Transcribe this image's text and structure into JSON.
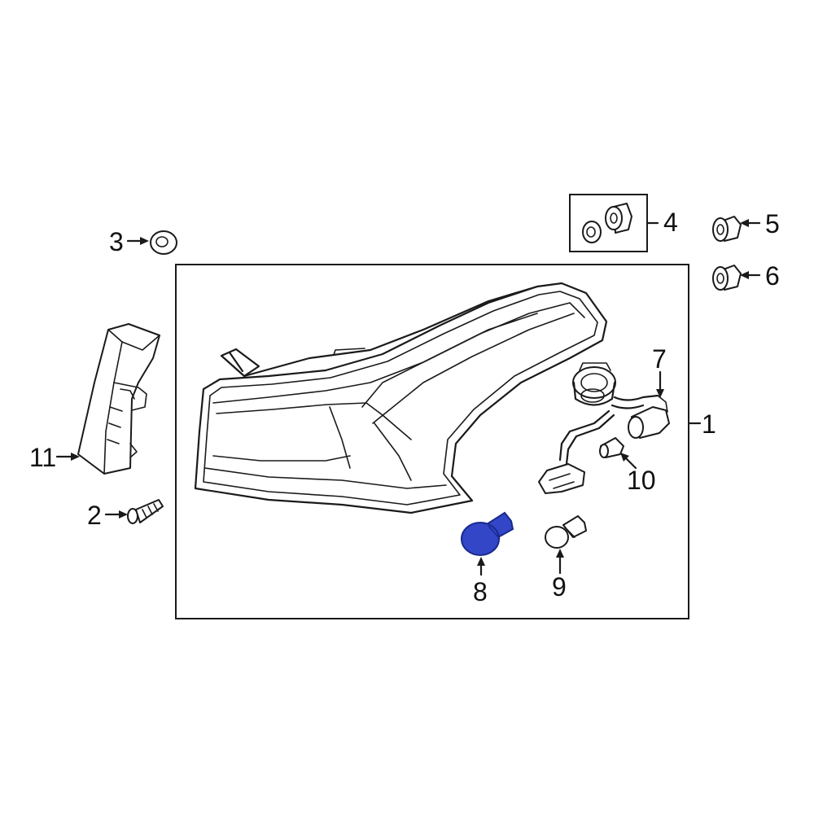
{
  "colors": {
    "line": "#1a1a1a",
    "background": "#ffffff",
    "highlight_fill": "#3346c8",
    "highlight_stroke": "#1a2a8a"
  },
  "highlighted_part": "8",
  "callouts": {
    "c1": "1",
    "c2": "2",
    "c3": "3",
    "c4": "4",
    "c5": "5",
    "c6": "6",
    "c7": "7",
    "c8": "8",
    "c9": "9",
    "c10": "10",
    "c11": "11"
  },
  "parts": [
    {
      "callout": "1",
      "icon": "tail-lamp-assembly-icon"
    },
    {
      "callout": "2",
      "icon": "bolt-icon"
    },
    {
      "callout": "3",
      "icon": "washer-icon"
    },
    {
      "callout": "4",
      "icon": "nut-and-washer-kit-icon"
    },
    {
      "callout": "5",
      "icon": "flange-nut-icon"
    },
    {
      "callout": "6",
      "icon": "flange-nut-icon"
    },
    {
      "callout": "7",
      "icon": "bulb-socket-icon"
    },
    {
      "callout": "8",
      "icon": "bulb-icon"
    },
    {
      "callout": "9",
      "icon": "bulb-icon"
    },
    {
      "callout": "10",
      "icon": "wedge-bulb-icon"
    },
    {
      "callout": "11",
      "icon": "bracket-icon"
    }
  ]
}
